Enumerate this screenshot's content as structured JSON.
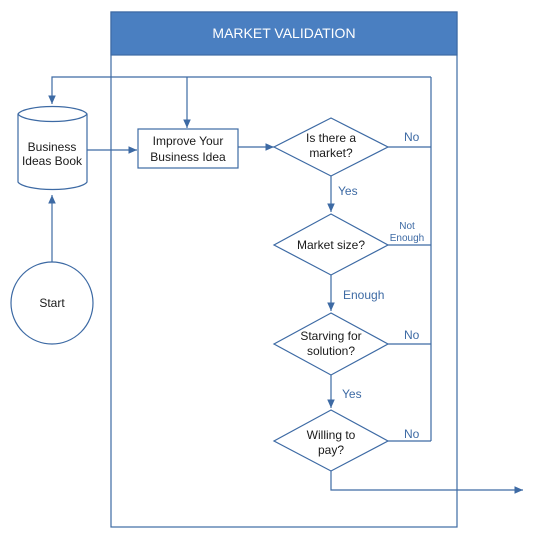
{
  "container": {
    "title": "MARKET VALIDATION"
  },
  "colors": {
    "accent": "#3d6aa4",
    "header_fill": "#4a7fc1",
    "text": "#1a1a1a"
  },
  "nodes": {
    "start": {
      "label": "Start"
    },
    "ideas_book": {
      "line1": "Business",
      "line2": "Ideas Book"
    },
    "improve": {
      "line1": "Improve Your",
      "line2": "Business Idea"
    },
    "is_market": {
      "line1": "Is there a",
      "line2": "market?"
    },
    "market_size": {
      "line1": "Market size?"
    },
    "starving": {
      "line1": "Starving for",
      "line2": "solution?"
    },
    "willing": {
      "line1": "Willing to",
      "line2": "pay?"
    }
  },
  "edge_labels": {
    "no_1": "No",
    "yes_1": "Yes",
    "not_enough_line1": "Not",
    "not_enough_line2": "Enough",
    "enough": "Enough",
    "no_2": "No",
    "yes_2": "Yes",
    "no_3": "No"
  }
}
